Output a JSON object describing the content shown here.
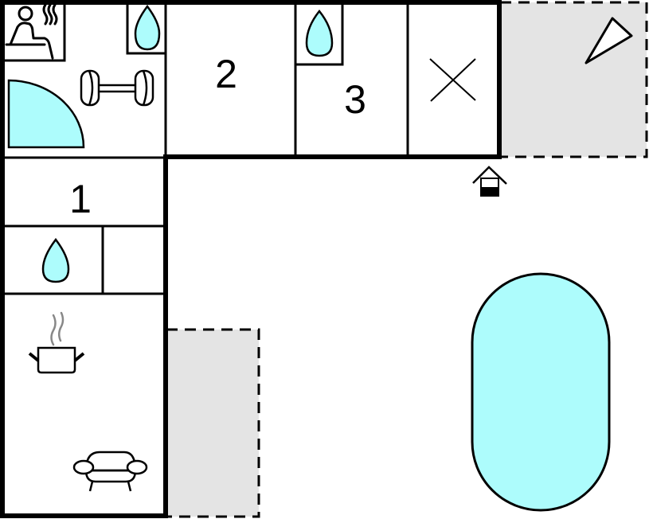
{
  "plan": {
    "type": "floor-plan",
    "colors": {
      "wall": "#000000",
      "water": "#adfcfc",
      "terrace": "#e4e4e4",
      "background": "#ffffff",
      "steam": "#888888"
    },
    "rooms": [
      {
        "id": "bedroom-1",
        "label": "1"
      },
      {
        "id": "bedroom-2",
        "label": "2"
      },
      {
        "id": "bedroom-3",
        "label": "3"
      }
    ],
    "areas": [
      {
        "id": "wellness",
        "icons": [
          "sauna-icon",
          "fitness-icon",
          "whirlpool-icon",
          "shower-icon"
        ]
      },
      {
        "id": "bathroom-1",
        "icons": [
          "water-drop-icon"
        ]
      },
      {
        "id": "bathroom-3",
        "icons": [
          "water-drop-icon"
        ]
      },
      {
        "id": "storage",
        "icons": [
          "not-accessible-icon"
        ]
      },
      {
        "id": "kitchen-living",
        "icons": [
          "cooking-pot-icon",
          "armchair-icon"
        ]
      },
      {
        "id": "terrace-north",
        "icons": [
          "north-arrow-icon"
        ]
      },
      {
        "id": "terrace-south",
        "icons": []
      },
      {
        "id": "pool",
        "icons": []
      },
      {
        "id": "entrance",
        "icons": [
          "entrance-icon"
        ]
      }
    ]
  }
}
